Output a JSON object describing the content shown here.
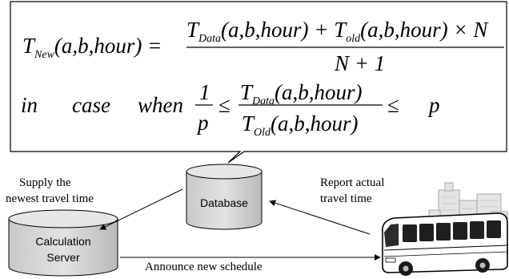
{
  "formula": {
    "line1": {
      "lhs_T": "T",
      "lhs_sub": "New",
      "lhs_args": "(a,b,hour) =",
      "num_T1": "T",
      "num_sub1": "Data",
      "num_args1": "(a,b,hour) + ",
      "num_T2": "T",
      "num_sub2": "old",
      "num_args2": "(a,b,hour) × N",
      "denominator": "N + 1"
    },
    "line2": {
      "in_label": "in",
      "case_label": "case",
      "when_label": "when",
      "frac1_num": "1",
      "frac1_den": "p",
      "leq1": "≤",
      "num_T": "T",
      "num_sub": "Data",
      "num_args": "(a,b,hour)",
      "den_T": "T",
      "den_sub": "Old",
      "den_args": "(a,b,hour)",
      "leq2": "≤",
      "p_label": "p"
    }
  },
  "nodes": {
    "database": "Database",
    "calc_server_line1": "Calculation",
    "calc_server_line2": "Server"
  },
  "labels": {
    "supply_line1": "Supply the",
    "supply_line2": "newest travel time",
    "report_line1": "Report actual",
    "report_line2": "travel time",
    "announce": "Announce new schedule"
  },
  "icons": {
    "bus": "bus-icon",
    "city": "city-buildings-icon"
  }
}
